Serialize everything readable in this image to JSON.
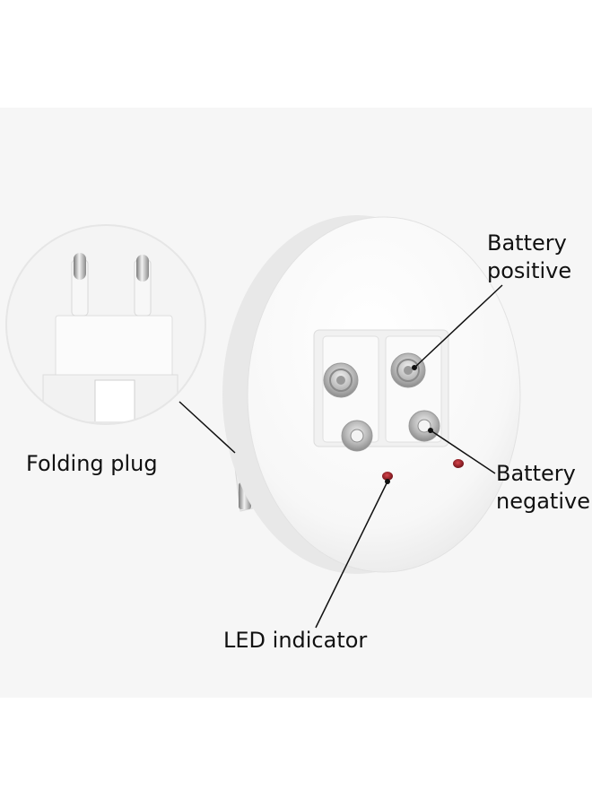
{
  "labels": {
    "folding_plug": "Folding plug",
    "battery_positive": "Battery\npositive",
    "battery_negative": "Battery\nnegative",
    "led_indicator": "LED indicator"
  },
  "colors": {
    "background": "#f6f6f6",
    "charger_body": "#ffffff",
    "led": "#8b1c22",
    "contact_metal": "#c8c8c8",
    "callout_line": "#111111"
  }
}
